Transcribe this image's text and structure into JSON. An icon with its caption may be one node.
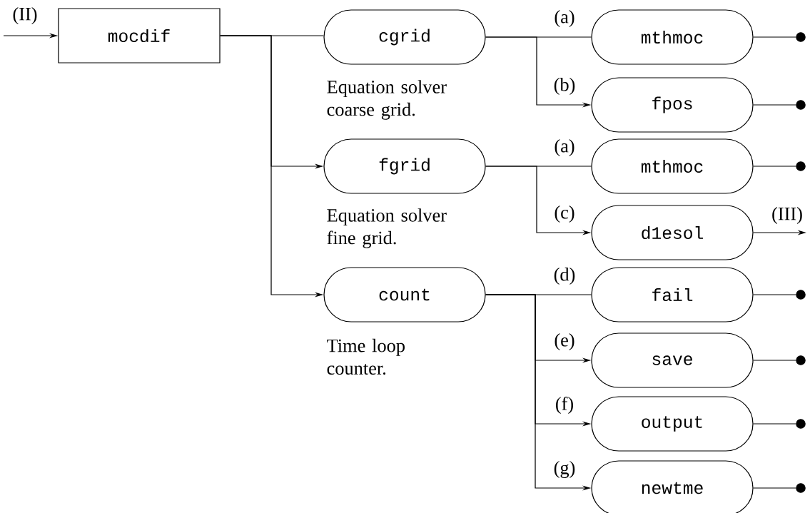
{
  "diagram": {
    "nodes": [
      {
        "text": [
          "mocdif"
        ]
      },
      {
        "text": [
          "cgrid"
        ],
        "beside": [
          "Equation solver coarse grid."
        ]
      },
      {
        "text": [
          "fgrid"
        ],
        "beside": [
          "Equation solver fine grid."
        ]
      },
      {
        "text": [
          "count"
        ],
        "beside": [
          "Time loop counter."
        ]
      },
      {
        "text": [
          "mthmoc"
        ]
      },
      {
        "text": [
          "fpos"
        ]
      },
      {
        "text": [
          "mthmoc"
        ]
      },
      {
        "text": [
          "d1esol"
        ]
      },
      {
        "text": [
          "fail"
        ]
      },
      {
        "text": [
          "save"
        ]
      },
      {
        "text": [
          "output"
        ]
      },
      {
        "text": [
          "newtme"
        ]
      },
      {
        "text": [],
        "shape": "circle"
      },
      {
        "text": [],
        "shape": "circle"
      },
      {
        "text": [],
        "shape": "circle"
      },
      {
        "text": [],
        "shape": "circle"
      },
      {
        "text": [],
        "shape": "circle"
      },
      {
        "text": [],
        "shape": "circle"
      },
      {
        "text": [],
        "shape": "circle"
      }
    ],
    "edges": [
      {
        "from": null,
        "to": 0,
        "arrow": "to",
        "label": "(II)"
      },
      {
        "from": 0,
        "to": 1,
        "arrow": "none"
      },
      {
        "from": 0,
        "to": 2,
        "arrow": "to"
      },
      {
        "from": 0,
        "to": 3,
        "arrow": "to"
      },
      {
        "from": 1,
        "to": 4,
        "arrow": "none",
        "label": "(a)"
      },
      {
        "from": 1,
        "to": 5,
        "arrow": "to",
        "label": "(b)"
      },
      {
        "from": 2,
        "to": 6,
        "arrow": "none",
        "label": "(a)"
      },
      {
        "from": 2,
        "to": 7,
        "arrow": "to",
        "label": "(c)"
      },
      {
        "from": 3,
        "to": 8,
        "arrow": "none",
        "label": "(d)"
      },
      {
        "from": 3,
        "to": 9,
        "arrow": "to",
        "label": "(e)"
      },
      {
        "from": 3,
        "to": 10,
        "arrow": "to",
        "label": "(f)"
      },
      {
        "from": 3,
        "to": 11,
        "arrow": "to",
        "label": "(g)"
      },
      {
        "from": 4,
        "to": 12,
        "arrow": "none"
      },
      {
        "from": 5,
        "to": 13,
        "arrow": "none"
      },
      {
        "from": 6,
        "to": 14,
        "arrow": "none"
      },
      {
        "from": 7,
        "to": null,
        "arrow": "to",
        "label": "(III)"
      },
      {
        "from": 8,
        "to": 15,
        "arrow": "none"
      },
      {
        "from": 9,
        "to": 16,
        "arrow": "none"
      },
      {
        "from": 10,
        "to": 17,
        "arrow": "none"
      },
      {
        "from": 11,
        "to": 18,
        "arrow": "none"
      }
    ]
  }
}
